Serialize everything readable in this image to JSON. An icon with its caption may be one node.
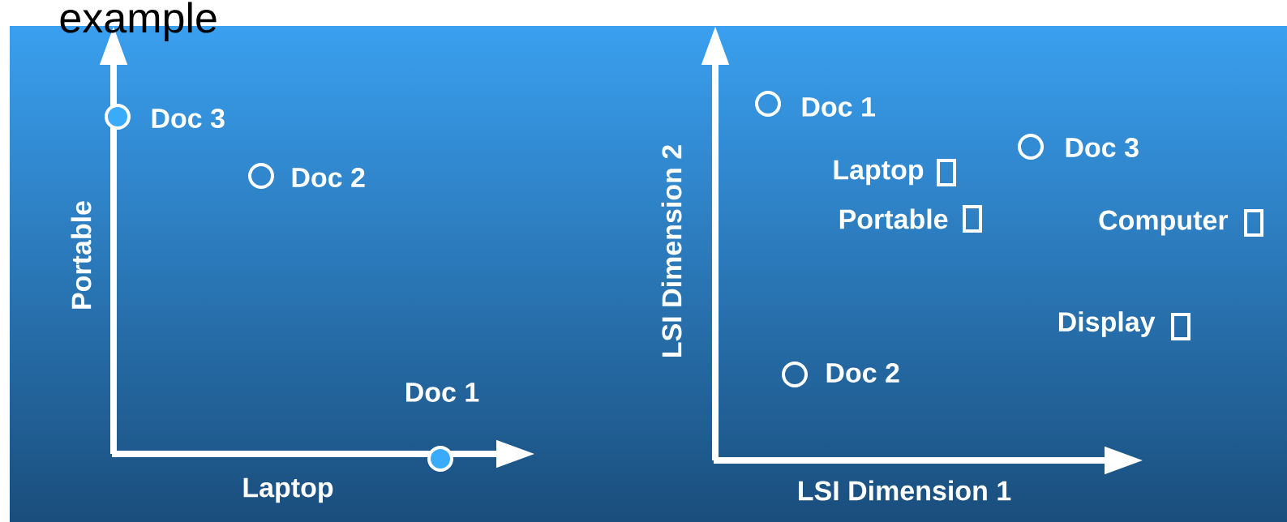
{
  "diagram": {
    "nodes": [
      {
        "text": [],
        "shape": "circle",
        "beside": [
          "Doc 3"
        ]
      },
      {
        "text": [],
        "shape": "circle",
        "beside": [
          "Doc 2"
        ]
      },
      {
        "text": [],
        "shape": "circle",
        "beside": [
          "Doc 1"
        ]
      },
      {
        "text": [],
        "shape": "circle",
        "beside": [
          "Doc 1"
        ]
      },
      {
        "text": [],
        "shape": "circle",
        "beside": [
          "Doc 3"
        ]
      },
      {
        "text": [],
        "shape": "box",
        "beside": [
          "Laptop"
        ]
      },
      {
        "text": [],
        "shape": "box",
        "beside": [
          "Portable"
        ]
      },
      {
        "text": [],
        "shape": "box",
        "beside": [
          "Computer"
        ]
      },
      {
        "text": [],
        "shape": "box",
        "beside": [
          "Display"
        ]
      },
      {
        "text": [],
        "shape": "circle",
        "beside": [
          "Doc 2"
        ]
      }
    ],
    "labels": [
      "example",
      "Portable",
      "Laptop",
      "LSI Dimension 2",
      "LSI Dimension 1"
    ]
  }
}
